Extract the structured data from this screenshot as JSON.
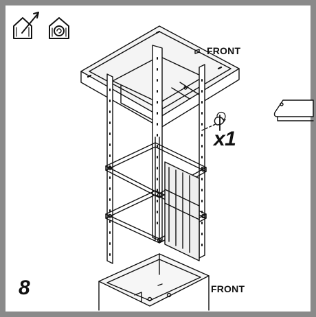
{
  "labels": {
    "front_top": "FRONT",
    "front_bottom": "FRONT",
    "quantity": "x1",
    "step_number": "8"
  },
  "icons": {
    "left": "house-exhaust-vent-icon",
    "right": "house-recirculation-icon"
  },
  "colors": {
    "frame": "#8a8a8a",
    "line": "#111111",
    "panel_fill": "#f2f2f2",
    "shadow": "#d8d8d8"
  }
}
